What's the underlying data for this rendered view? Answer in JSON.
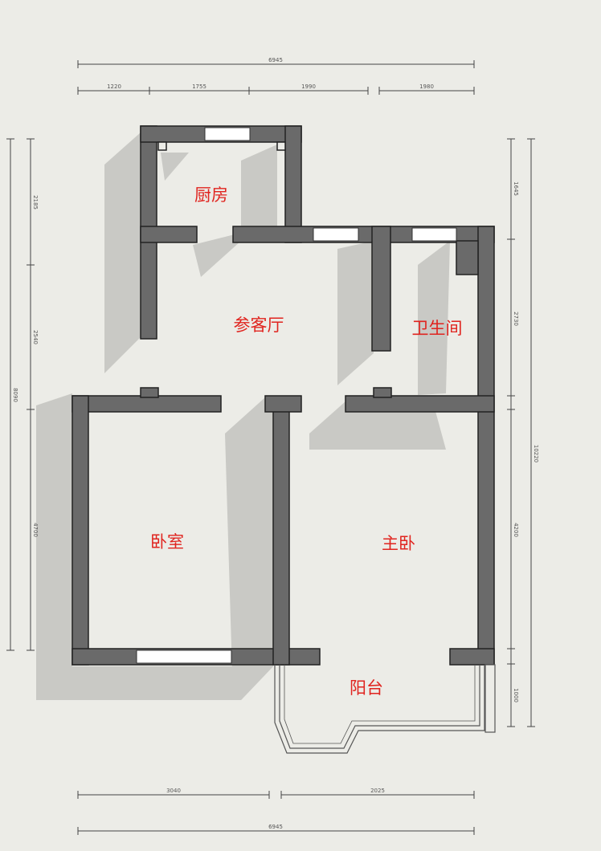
{
  "rooms": {
    "kitchen": "厨房",
    "living": "参客厅",
    "bathroom": "卫生间",
    "bedroom": "卧室",
    "master_bedroom": "主卧",
    "balcony": "阳台"
  },
  "dimensions": {
    "top_total": "6945",
    "top": [
      "1220",
      "1755",
      "1990",
      "1980"
    ],
    "bottom": [
      "3040",
      "2025"
    ],
    "bottom_total": "6945",
    "left_total": "8090",
    "left": [
      "2185",
      "2540",
      "4700"
    ],
    "right_outer": "10220",
    "right": [
      "1645",
      "2730",
      "4200",
      "1000"
    ]
  },
  "colors": {
    "wall": "#6a6a6a",
    "shadow": "#c9c9c5",
    "label": "#e0241f",
    "background": "#ecece7"
  }
}
